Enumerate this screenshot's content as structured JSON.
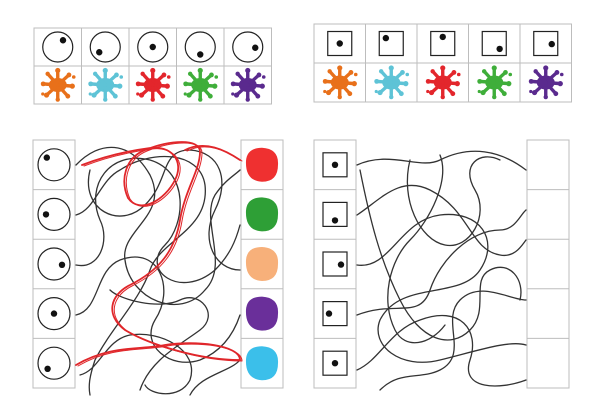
{
  "colors": {
    "grid_line": "#bdbdbd",
    "maze_line": "#333333",
    "solution_line": "#e0262a",
    "dot": "#111111"
  },
  "key_left": {
    "symbol": "circle",
    "cells": [
      {
        "dot": "top-right",
        "color": "#e8701a",
        "color_name": "orange"
      },
      {
        "dot": "bottom-left",
        "color": "#5ec3d6",
        "color_name": "light-blue"
      },
      {
        "dot": "center",
        "color": "#e3262c",
        "color_name": "red"
      },
      {
        "dot": "bottom-center",
        "color": "#3fae3a",
        "color_name": "green"
      },
      {
        "dot": "center-right",
        "color": "#5a2a8e",
        "color_name": "purple"
      }
    ]
  },
  "key_right": {
    "symbol": "square",
    "cells": [
      {
        "dot": "center",
        "color": "#e8701a",
        "color_name": "orange"
      },
      {
        "dot": "top-left",
        "color": "#5ec3d6",
        "color_name": "light-blue"
      },
      {
        "dot": "top-center",
        "color": "#e3262c",
        "color_name": "red"
      },
      {
        "dot": "bottom-right",
        "color": "#3fae3a",
        "color_name": "green"
      },
      {
        "dot": "center-right",
        "color": "#5a2a8e",
        "color_name": "purple"
      }
    ]
  },
  "maze_left": {
    "symbols": [
      "top-left",
      "center-left",
      "center-right",
      "center",
      "bottom-left"
    ],
    "targets": [
      {
        "color": "#ef3030",
        "color_name": "red"
      },
      {
        "color": "#2e9f36",
        "color_name": "green"
      },
      {
        "color": "#f7b07a",
        "color_name": "peach"
      },
      {
        "color": "#6a2f9a",
        "color_name": "purple"
      },
      {
        "color": "#3bbfea",
        "color_name": "sky-blue"
      }
    ],
    "solution": {
      "from_row": 5,
      "to_row": 1
    }
  },
  "maze_right": {
    "symbols": [
      "center",
      "bottom-center",
      "center-right",
      "center-left",
      "center"
    ],
    "targets": [
      "",
      "",
      "",
      "",
      ""
    ]
  }
}
